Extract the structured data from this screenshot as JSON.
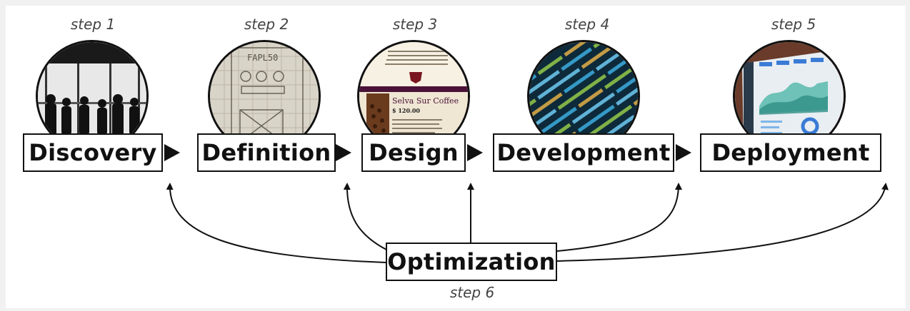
{
  "steps": [
    {
      "step_label": "step 1",
      "title": "Discovery",
      "image": "people-silhouettes-office"
    },
    {
      "step_label": "step 2",
      "title": "Definition",
      "image": "wireframe-sketch"
    },
    {
      "step_label": "step 3",
      "title": "Design",
      "image": "coffee-webpage-mockup",
      "mockup": {
        "product": "Selva Sur Coffee",
        "price": "$ 120.00"
      }
    },
    {
      "step_label": "step 4",
      "title": "Development",
      "image": "code-on-screen"
    },
    {
      "step_label": "step 5",
      "title": "Deployment",
      "image": "analytics-dashboard-laptop"
    }
  ],
  "optimization": {
    "title": "Optimization",
    "step_label": "step 6"
  },
  "sketch_text": "FAPL50",
  "colors": {
    "box_border": "#111111",
    "arrow": "#111111",
    "background": "#ffffff"
  }
}
